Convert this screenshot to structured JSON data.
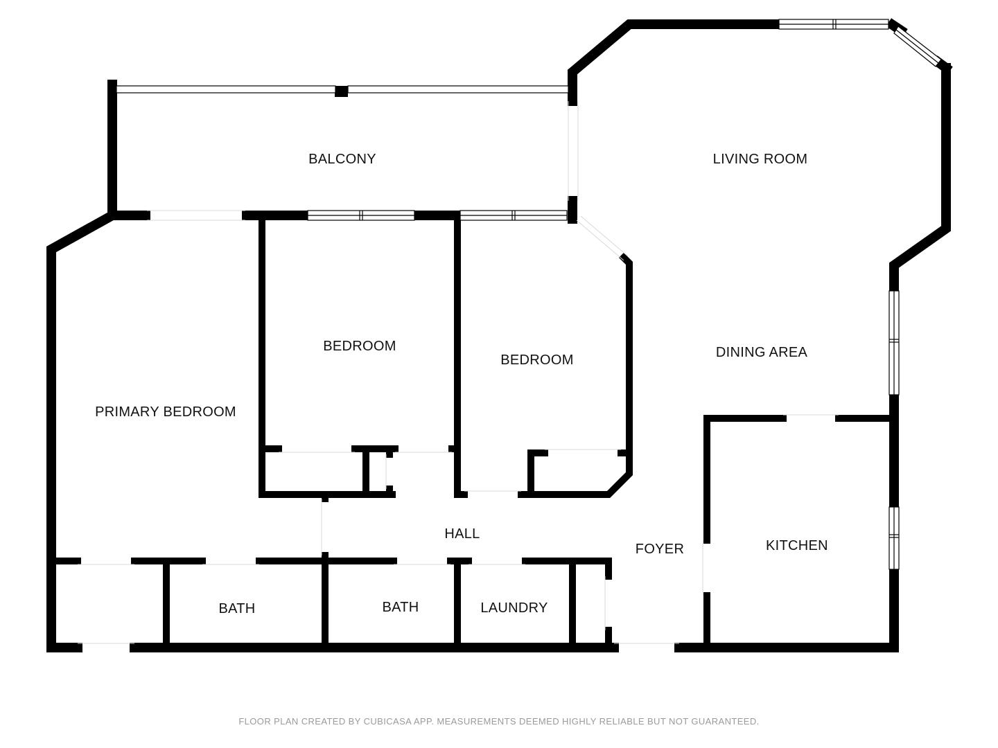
{
  "rooms": {
    "balcony": "BALCONY",
    "living_room": "LIVING ROOM",
    "dining_area": "DINING AREA",
    "bedroom_1": "BEDROOM",
    "bedroom_2": "BEDROOM",
    "primary_bedroom": "PRIMARY BEDROOM",
    "hall": "HALL",
    "foyer": "FOYER",
    "kitchen": "KITCHEN",
    "bath_1": "BATH",
    "bath_2": "BATH",
    "laundry": "LAUNDRY"
  },
  "footer": {
    "disclaimer": "FLOOR PLAN CREATED BY CUBICASA APP. MEASUREMENTS DEEMED HIGHLY RELIABLE BUT NOT GUARANTEED."
  },
  "colors": {
    "wall": "#000000",
    "background": "#ffffff",
    "footer_text": "#9a9a9a"
  }
}
